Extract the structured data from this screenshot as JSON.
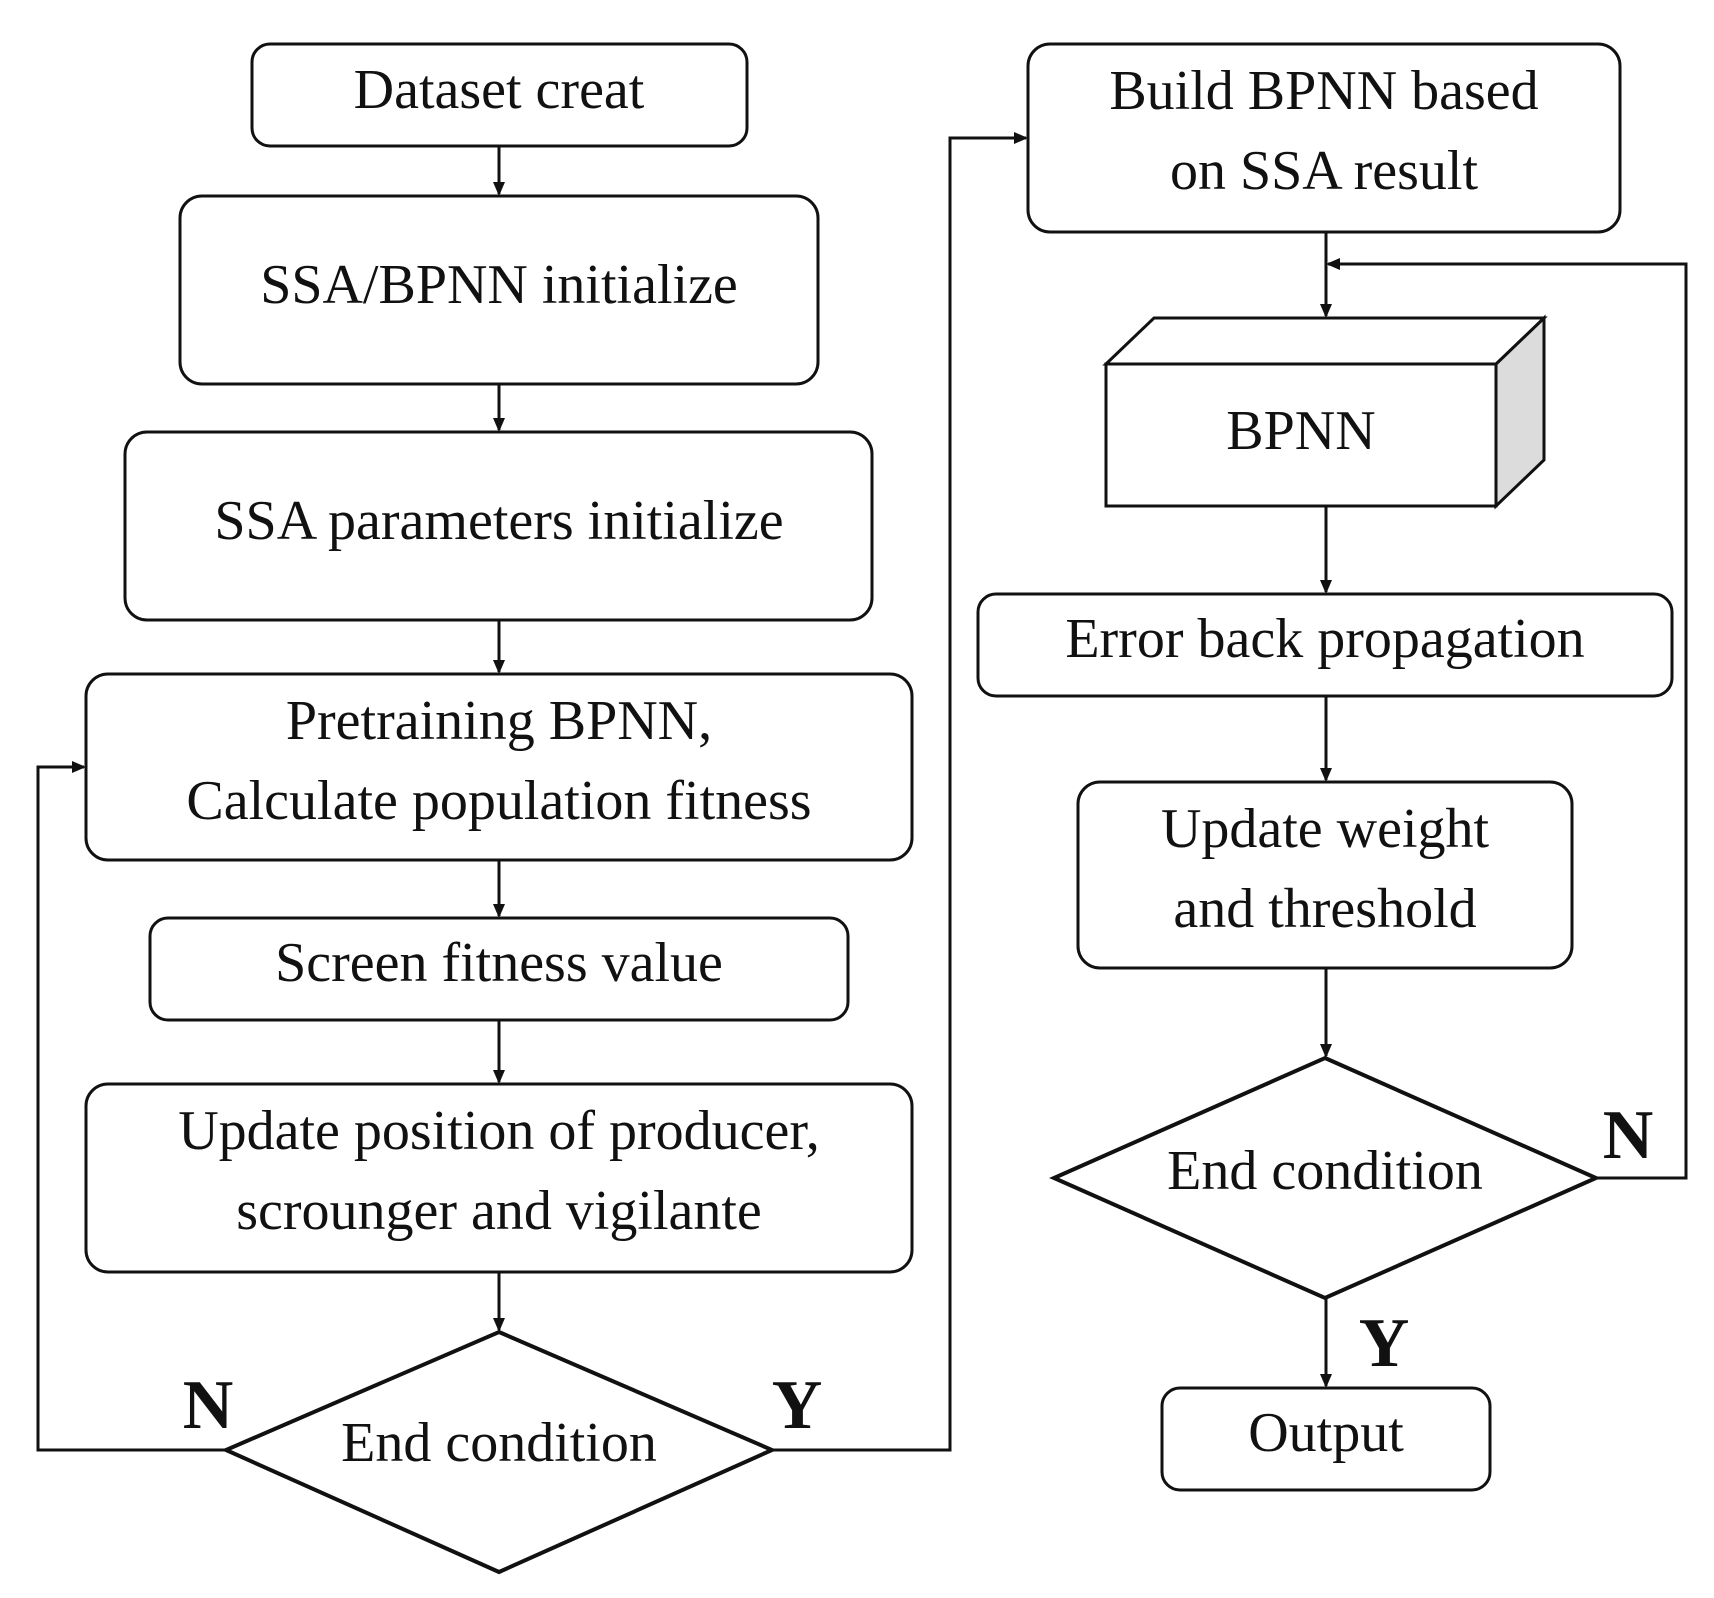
{
  "left_column": {
    "dataset_creat": "Dataset creat",
    "ssa_bpnn_initialize": "SSA/BPNN initialize",
    "ssa_parameters_initialize": "SSA parameters initialize",
    "pretraining_line1": "Pretraining BPNN,",
    "pretraining_line2": "Calculate population fitness",
    "screen_fitness": "Screen fitness value",
    "update_position_line1": "Update position of producer,",
    "update_position_line2": "scrounger and vigilante",
    "end_condition": "End condition",
    "label_n": "N",
    "label_y": "Y"
  },
  "right_column": {
    "build_line1": "Build BPNN based",
    "build_line2": "on SSA result",
    "bpnn": "BPNN",
    "error_back_propagation": "Error back propagation",
    "update_weight_line1": "Update weight",
    "update_weight_line2": "and threshold",
    "end_condition": "End condition",
    "label_n": "N",
    "label_y": "Y",
    "output": "Output"
  }
}
